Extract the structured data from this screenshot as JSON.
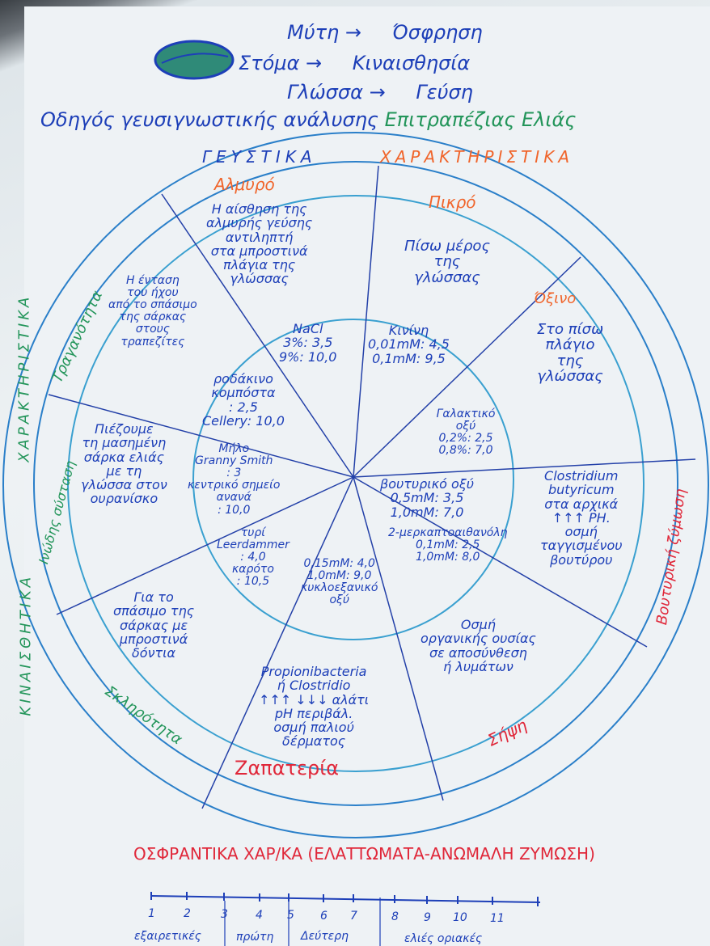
{
  "header": {
    "senses": [
      {
        "organ": "Μύτη",
        "arrow": "→",
        "sense": "Όσφρηση"
      },
      {
        "organ": "Στόμα",
        "arrow": "→",
        "sense": "Κιναισθησία"
      },
      {
        "organ": "Γλώσσα",
        "arrow": "→",
        "sense": "Γεύση"
      }
    ],
    "title_part1": "Οδηγός γευσιγνωστικής ανάλυσης",
    "title_part2": "Επιτραπέζιας Ελιάς"
  },
  "rings": {
    "taste_word1": "ΓΕΥΣΤΙΚΑ",
    "taste_word2": "ΧΑΡΑΚΤΗΡΙΣΤΙΚΑ",
    "kinesthetic_word1": "ΧΑΡΑΚΤΗΡΙΣΤΙΚΑ",
    "kinesthetic_word2": "ΚΙΝΑΙΣΘΗΤΙΚΑ",
    "olfactory": "ΟΣΦΡΑΝΤΙΚΑ ΧΑΡ/ΚΑ (ΕΛΑΤΤΩΜΑΤΑ-ΑΝΩΜΑΛΗ ΖΥΜΩΣΗ)"
  },
  "sectors": [
    {
      "label": "Αλμυρό",
      "desc": "Η αίσθηση της\nαλμυρής γεύσης\nαντιληπτή\nστα μπροστινά\nπλάγια της\nγλώσσας",
      "inner": "NaCl\n3%: 3,5\n9%: 10,0"
    },
    {
      "label": "Πικρό",
      "desc": "Πίσω μέρος\nτης\nγλώσσας",
      "inner": "Κινίνη\n0,01mM: 4,5\n0,1mM: 9,5"
    },
    {
      "label": "Όξινο",
      "desc": "Στο πίσω πλάγιο\nτης\nγλώσσας",
      "inner": "Γαλακτικό οξύ\n0,2%: 2,5\n0,8%: 7,0"
    },
    {
      "label": "Βουτυρική ζύμωση",
      "desc": "Clostridium\nbutyricum\nστα αρχικά\n↑↑↑ PH.\nοσμή\nταγγισμένου\nβουτύρου",
      "inner": "βουτυρικό οξύ\n0,5mM: 3,5\n1,0mM: 7,0"
    },
    {
      "label": "Σήψη",
      "desc": "Οσμή\nοργανικής ουσίας\nσε αποσύνθεση\nή λυμάτων",
      "inner": "2-μερκαπτοαιθανόλη\n0,1mM: 2,5\n1,0mM: 8,0"
    },
    {
      "label": "Ζαπατερία",
      "desc": "Propionibacteria\nή Clostridio\n↑↑↑ ↓↓↓ αλάτι\n pH περιβάλ.\nοσμή παλιού\nδέρματος",
      "inner": "0,15mM: 4,0\n1,0mM: 9,0\nκυκλοεξανικό\nοξύ"
    },
    {
      "label": "Σκληρότητα",
      "desc": "Για το\nσπάσιμο της\nσάρκας με\nμπροστινά\nδόντια",
      "inner": "τυρί\nLeerdammer\n: 4,0\nκαρότο\n: 10,5"
    },
    {
      "label": "Ινώδης σύσταση",
      "desc": "Πιέζουμε\nτη μασημένη\nσάρκα ελιάς\nμε τη\nγλώσσα στον\nουρανίσκο",
      "inner": "Μήλο\nGranny Smith\n: 3\nκεντρικό σημείο\nανανά\n: 10,0"
    },
    {
      "label": "Τραγανότητα",
      "desc": "Η ένταση\nτου ήχου\nαπό το σπάσιμο\nτης σάρκας\nστους\nτραπεζίτες",
      "inner": "ροδάκινο\nκομπόστα\n: 2,5\nCellery: 10,0"
    }
  ],
  "scale": {
    "ticks": [
      "1",
      "2",
      "3",
      "4",
      "5",
      "6",
      "7",
      "8",
      "9",
      "10",
      "11"
    ],
    "groups": [
      "εξαιρετικές",
      "πρώτη",
      "Δεύτερη",
      "ελιές οριακές"
    ]
  },
  "colors": {
    "blue": "#1d3fb8",
    "red": "#e0283a",
    "green": "#23955a",
    "orange": "#f0642a",
    "ring": "#2a7fc9"
  }
}
